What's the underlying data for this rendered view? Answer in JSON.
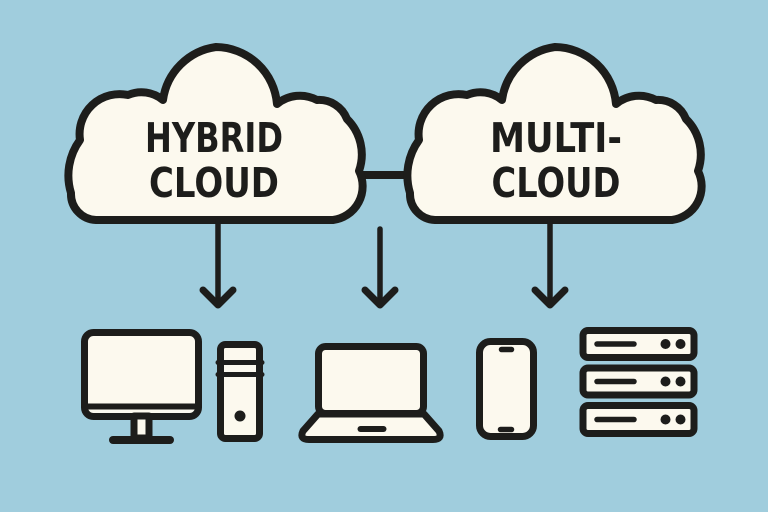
{
  "colors": {
    "background": "#a0cddd",
    "outline": "#1d1d1b",
    "shape_fill": "#fcf9ee"
  },
  "clouds": {
    "hybrid": {
      "line1": "HYBRID",
      "line2": "CLOUD"
    },
    "multi": {
      "line1": "MULTI-",
      "line2": "CLOUD"
    }
  },
  "icons": {
    "left_cloud": "hybrid-cloud-icon",
    "right_cloud": "multi-cloud-icon",
    "connector": "cloud-connector-line",
    "arrows": [
      "down-arrow-icon",
      "down-arrow-icon",
      "down-arrow-icon"
    ],
    "devices": [
      "desktop-computer-icon",
      "laptop-icon",
      "smartphone-icon",
      "server-rack-icon"
    ]
  }
}
